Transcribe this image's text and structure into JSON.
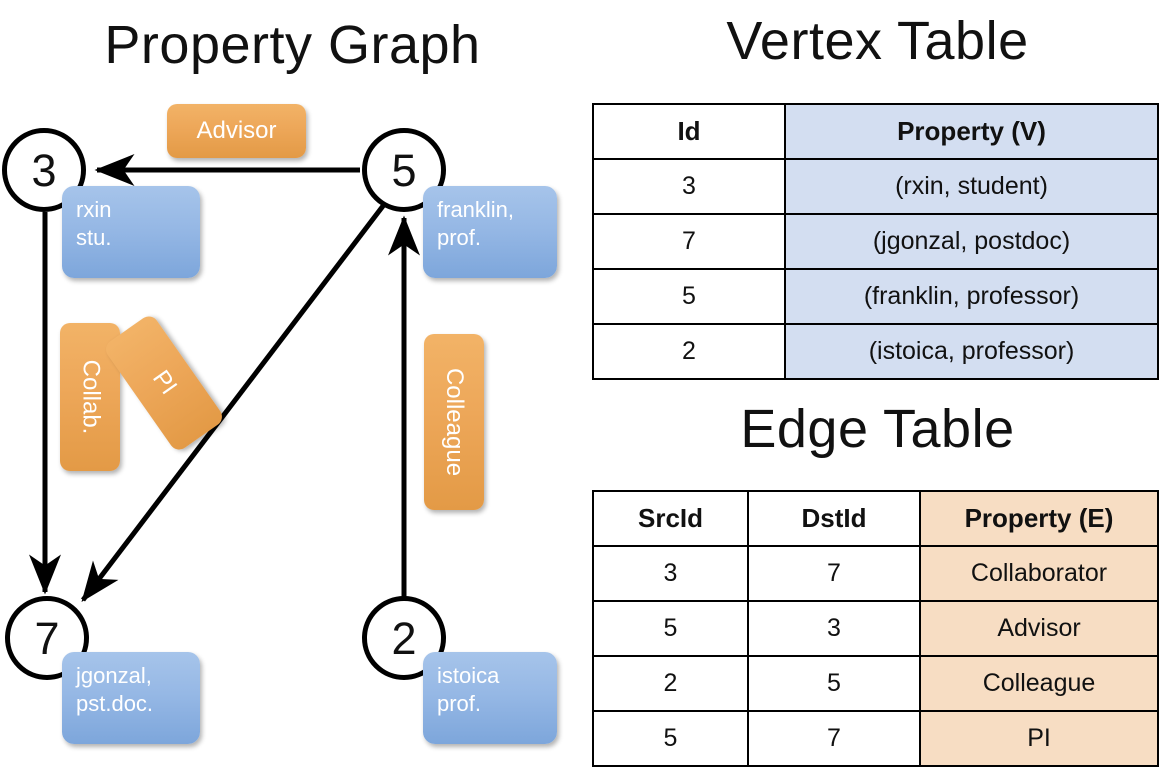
{
  "titles": {
    "property_graph": "Property Graph",
    "vertex_table": "Vertex Table",
    "edge_table": "Edge Table"
  },
  "graph": {
    "nodes": [
      {
        "id": "3",
        "property_label": "rxin\nstu."
      },
      {
        "id": "5",
        "property_label": "franklin,\nprof."
      },
      {
        "id": "7",
        "property_label": "jgonzal,\npst.doc."
      },
      {
        "id": "2",
        "property_label": "istoica\nprof."
      }
    ],
    "node_labels": {
      "n3": "3",
      "n5": "5",
      "n7": "7",
      "n2": "2"
    },
    "vertex_props": {
      "rxin_line1": "rxin",
      "rxin_line2": "stu.",
      "franklin_line1": "franklin,",
      "franklin_line2": "prof.",
      "jgonzal_line1": "jgonzal,",
      "jgonzal_line2": "pst.doc.",
      "istoica_line1": "istoica",
      "istoica_line2": "prof."
    },
    "edge_labels": {
      "advisor": "Advisor",
      "collab": "Collab.",
      "pi": "PI",
      "colleague": "Colleague"
    },
    "edges": [
      {
        "from": "5",
        "to": "3",
        "label": "Advisor"
      },
      {
        "from": "3",
        "to": "7",
        "label": "Collab."
      },
      {
        "from": "5",
        "to": "7",
        "label": "PI"
      },
      {
        "from": "2",
        "to": "5",
        "label": "Colleague"
      }
    ]
  },
  "vertex_table": {
    "headers": [
      "Id",
      "Property (V)"
    ],
    "rows": [
      {
        "id": "3",
        "property": "(rxin, student)"
      },
      {
        "id": "7",
        "property": "(jgonzal, postdoc)"
      },
      {
        "id": "5",
        "property": "(franklin, professor)"
      },
      {
        "id": "2",
        "property": "(istoica, professor)"
      }
    ]
  },
  "edge_table": {
    "headers": [
      "SrcId",
      "DstId",
      "Property (E)"
    ],
    "rows": [
      {
        "src": "3",
        "dst": "7",
        "property": "Collaborator"
      },
      {
        "src": "5",
        "dst": "3",
        "property": "Advisor"
      },
      {
        "src": "2",
        "dst": "5",
        "property": "Colleague"
      },
      {
        "src": "5",
        "dst": "7",
        "property": "PI"
      }
    ]
  },
  "colors": {
    "vertex_property_fill": "#d3def1",
    "edge_property_fill": "#f7ddc3",
    "node_box_blue": "#96b8e5",
    "edge_label_orange": "#eda759",
    "stroke": "#000000"
  }
}
